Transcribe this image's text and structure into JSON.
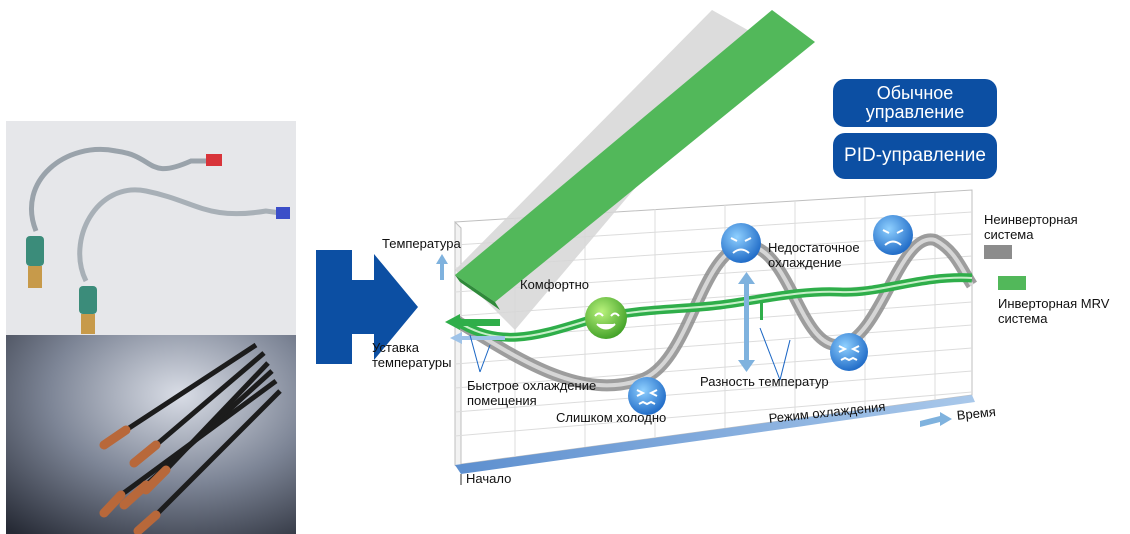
{
  "buttons": {
    "conventional": [
      "Обычное",
      "управление"
    ],
    "pid": "PID-управление"
  },
  "labels": {
    "temperature": "Температура",
    "setpoint": [
      "Уставка",
      "температуры"
    ],
    "rapid_cooling": [
      "Быстрое охлаждение",
      "помещения"
    ],
    "comfortable": "Комфортно",
    "too_cold": "Слишком холодно",
    "insufficient_cooling": [
      "Недостаточное",
      "охлаждение"
    ],
    "temp_difference": "Разность температур",
    "cooling_mode": "Режим охлаждения",
    "time": "Время",
    "start": "Начало"
  },
  "legend": {
    "non_inverter": [
      "Неинверторная",
      "система"
    ],
    "inverter_mrv": [
      "Инверторная MRV",
      "система"
    ]
  },
  "colors": {
    "button_blue": "#0c4fa3",
    "inverter_green": "#2fae4a",
    "non_inverter_gray": "#8c8c8c",
    "arrow_blue": "#0c4fa3",
    "accent_lightblue": "#7fb2de"
  },
  "icons": {
    "comfort_face": "smiling-face-icon",
    "cold_face": "shivering-face-icon",
    "hot_face": "sad-face-icon"
  }
}
